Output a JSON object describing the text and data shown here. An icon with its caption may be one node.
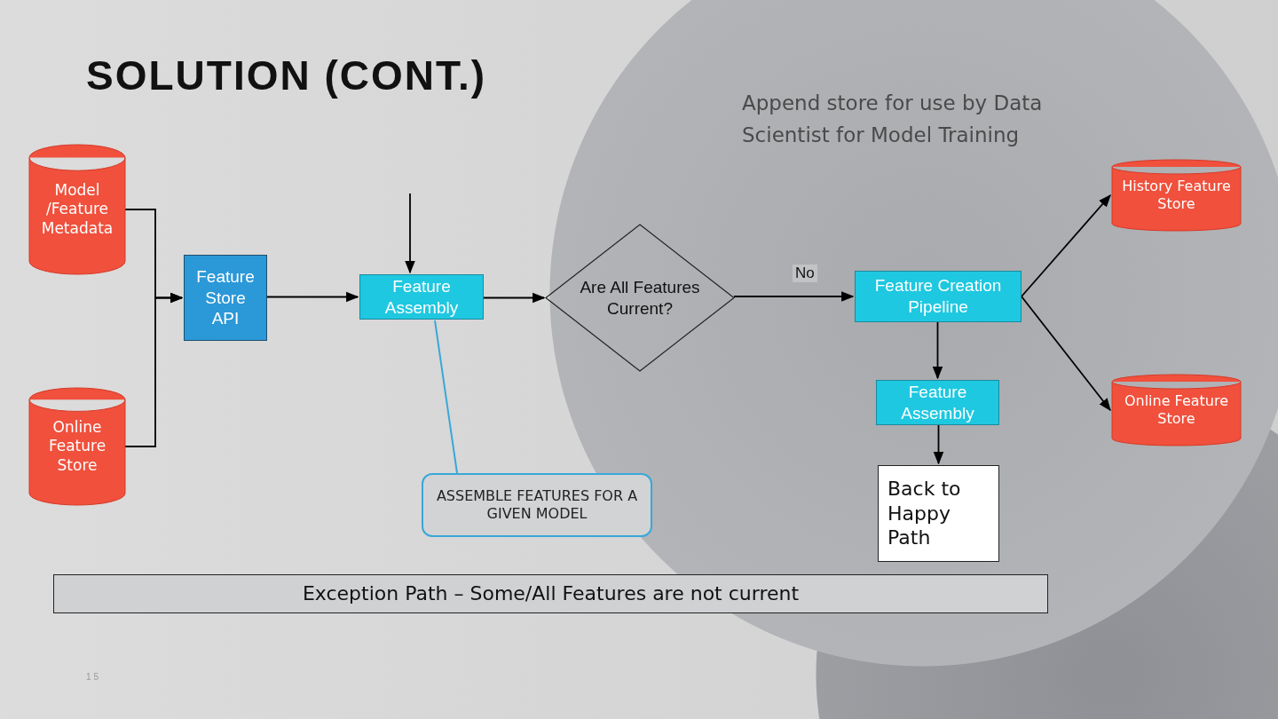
{
  "diagram": {
    "title": "SOLUTION (CONT.)",
    "nodes": [
      {
        "text": [
          "Model /Feature Metadata"
        ]
      },
      {
        "text": [
          "Online Feature Store"
        ]
      },
      {
        "text": [
          "Feature Store API"
        ]
      },
      {
        "text": [
          "Feature Assembly"
        ]
      },
      {
        "text": [
          "Are All Features Current?"
        ]
      },
      {
        "text": [
          "Feature Creation Pipeline"
        ]
      },
      {
        "text": [
          "Feature Assembly"
        ]
      },
      {
        "text": [
          "Back to Happy Path"
        ]
      },
      {
        "text": [
          "History Feature Store"
        ]
      },
      {
        "text": [
          "Online Feature Store"
        ]
      },
      {
        "text": [
          "ASSEMBLE FEATURES FOR A GIVEN MODEL"
        ]
      },
      {
        "text": [
          "Exception Path – Some/All Features are not current"
        ]
      }
    ],
    "edges": [
      {
        "from": 0,
        "to": 2,
        "arrow": "to"
      },
      {
        "from": 1,
        "to": 2,
        "arrow": "to"
      },
      {
        "from": null,
        "to": 3,
        "arrow": "to"
      },
      {
        "from": 2,
        "to": 3,
        "arrow": "to"
      },
      {
        "from": 3,
        "to": 4,
        "arrow": "to"
      },
      {
        "from": 4,
        "to": 5,
        "arrow": "to",
        "label": "No"
      },
      {
        "from": 5,
        "to": 8,
        "arrow": "to"
      },
      {
        "from": 5,
        "to": 9,
        "arrow": "to"
      },
      {
        "from": 5,
        "to": 6,
        "arrow": "to"
      },
      {
        "from": 6,
        "to": 7,
        "arrow": "to"
      },
      {
        "from": 10,
        "to": 3,
        "arrow": "none",
        "color": "#3aa7d8"
      }
    ],
    "labels": [
      "Append store for use by Data Scientist for Model Training",
      "15"
    ]
  }
}
